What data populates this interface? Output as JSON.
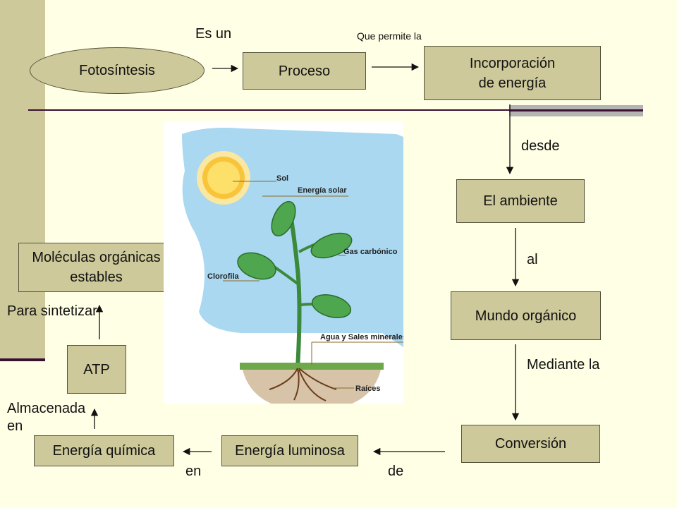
{
  "nodes": {
    "fotosintesis": "Fotosíntesis",
    "proceso": "Proceso",
    "incorporacion": "Incorporación\nde energía",
    "ambiente": "El ambiente",
    "mundo": "Mundo orgánico",
    "conversion": "Conversión",
    "luminosa": "Energía luminosa",
    "quimica": "Energía química",
    "atp": "ATP",
    "moleculas": "Moléculas orgánicas\nestables"
  },
  "links": {
    "es_un": "Es un",
    "que_permite": "Que permite la",
    "desde": "desde",
    "al": "al",
    "mediante": "Mediante la",
    "de": "de",
    "en": "en",
    "almacenada": "Almacenada\nen",
    "sintetizar": "Para sintetizar"
  },
  "illustration": {
    "sol": "Sol",
    "energia_solar": "Energía solar",
    "gas": "Gas carbónico",
    "clorofila": "Clorofila",
    "agua": "Agua y Sales minerales",
    "raices": "Raíces"
  },
  "colors": {
    "box": "#cdc99a",
    "background": "#ffffe6",
    "rule": "#3a1030",
    "sky": "#a9d8f0"
  }
}
